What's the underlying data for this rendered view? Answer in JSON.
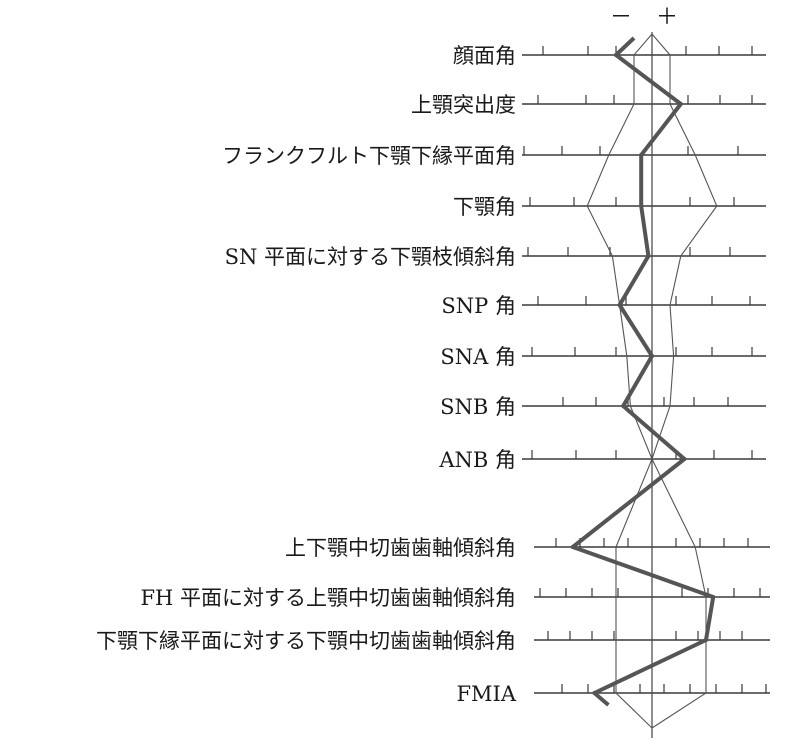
{
  "chart_data": {
    "type": "line",
    "sign_minus": "－",
    "sign_plus": "＋",
    "categories": [
      "顔面角",
      "上顎突出度",
      "フランクフルト下顎下縁平面角",
      "下顎角",
      "SN 平面に対する下顎枝傾斜角",
      "SNP 角",
      "SNA 角",
      "SNB 角",
      "ANB 角",
      "上下顎中切歯歯軸傾斜角",
      "FH 平面に対する上顎中切歯歯軸傾斜角",
      "下顎下縁平面に対する下顎中切歯歯軸傾斜角",
      "FMIA"
    ],
    "series": [
      {
        "values": [
          -1.0,
          0.8,
          -0.3,
          -0.3,
          -0.1,
          -0.9,
          0.0,
          -0.8,
          0.9,
          -2.2,
          1.7,
          1.5,
          -1.6
        ]
      }
    ],
    "envelope_minus": [
      -0.5,
      -0.5,
      -1.2,
      -1.8,
      -1.1,
      -0.9,
      -0.7,
      -0.6,
      0.0,
      -1.0,
      -1.0,
      -1.0,
      -1.0
    ],
    "envelope_plus": [
      0.5,
      0.5,
      1.2,
      1.8,
      0.8,
      0.5,
      0.6,
      0.5,
      0.0,
      1.2,
      1.5,
      1.5,
      1.5
    ],
    "xlim": [
      -3,
      3
    ],
    "grid": false
  }
}
